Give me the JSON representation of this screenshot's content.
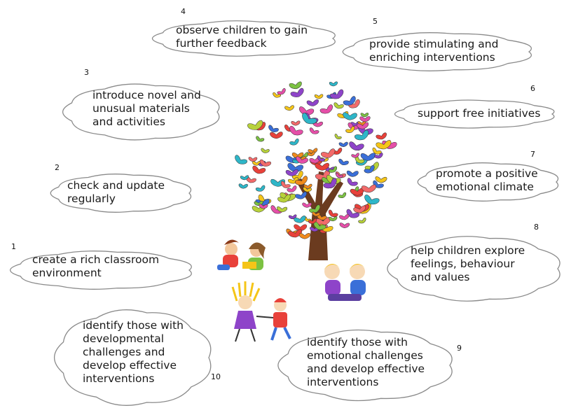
{
  "steps": [
    {
      "num": "1",
      "text": "create a rich classroom\nenvironment"
    },
    {
      "num": "2",
      "text": "check and update\nregularly"
    },
    {
      "num": "3",
      "text": "introduce novel and\nunusual materials\nand activities"
    },
    {
      "num": "4",
      "text": "observe children to gain\nfurther feedback"
    },
    {
      "num": "5",
      "text": "provide stimulating and\nenriching interventions"
    },
    {
      "num": "6",
      "text": "support free initiatives"
    },
    {
      "num": "7",
      "text": "promote a positive\nemotional climate"
    },
    {
      "num": "8",
      "text": "help children explore\nfeelings, behaviour\nand values"
    },
    {
      "num": "9",
      "text": "identify those with\nemotional challenges\nand develop effective\ninterventions"
    },
    {
      "num": "10",
      "text": "identify those with\ndevelopmental\nchallenges and\ndevelop effective\ninterventions"
    }
  ],
  "colors": {
    "cloud_stroke": "#8a8a8a",
    "trunk": "#6b3b1f",
    "butterflies": [
      "#e8413a",
      "#f08a1c",
      "#f5c518",
      "#7cc242",
      "#2eb6c8",
      "#3a6fd8",
      "#8e44c9",
      "#e54fa8",
      "#b8d23a",
      "#f26b6b"
    ]
  },
  "icons": [
    "butterfly-tree-image",
    "children-reading-image",
    "girls-hugging-image",
    "children-dancing-image"
  ]
}
